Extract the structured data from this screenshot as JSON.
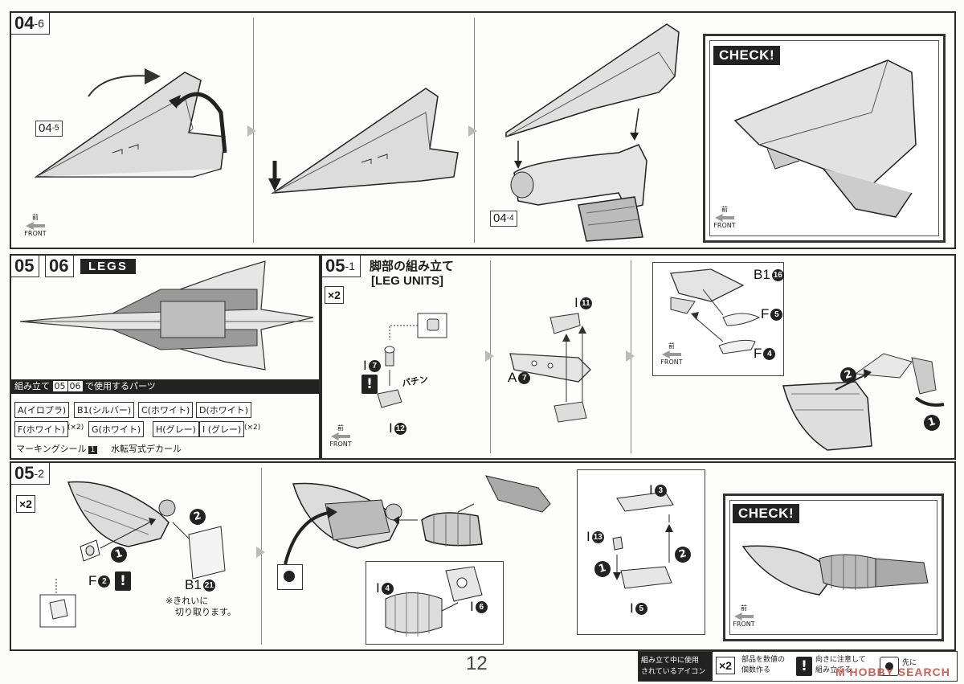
{
  "page_number": "12",
  "step_04_6": {
    "label": "04",
    "sub": "6",
    "callout_04_5": {
      "main": "04",
      "sub": "5"
    },
    "callout_04_4": {
      "main": "04",
      "sub": "4"
    },
    "check": "CHECK!"
  },
  "front_icon": {
    "kanji": "前",
    "text": "FRONT"
  },
  "legs_panel": {
    "step_a": "05",
    "step_b": "06",
    "title": "LEGS",
    "parts_heading_prefix": "組み立て",
    "parts_heading_a": "05",
    "parts_heading_b": "06",
    "parts_heading_suffix": "で使用するパーツ",
    "parts": [
      "A(イロプラ)",
      "B1(シルバー)",
      "C(ホワイト)",
      "D(ホワイト)",
      "F(ホワイト)",
      "(×2)",
      "G(ホワイト)",
      "H(グレー)",
      "I (グレー)",
      "(×2)"
    ],
    "marking_label": "マーキングシール",
    "marking_num": "1",
    "decal_label": "水転写式デカール"
  },
  "step_05_1": {
    "label": "05",
    "sub": "1",
    "title_jp": "脚部の組み立て",
    "title_en": "[LEG UNITS]",
    "x2": "×2",
    "part_i7": {
      "letter": "I",
      "num": "7"
    },
    "part_i12": {
      "letter": "I",
      "num": "12"
    },
    "pachin": "パチン",
    "part_i11": {
      "letter": "I",
      "num": "11"
    },
    "part_a7": {
      "letter": "A",
      "num": "7"
    },
    "part_b1_16": {
      "letter": "B1",
      "num": "16"
    },
    "part_f5": {
      "letter": "F",
      "num": "5"
    },
    "part_f4": {
      "letter": "F",
      "num": "4"
    },
    "arrow1": "1",
    "arrow2": "2",
    "warn": "!"
  },
  "step_05_2": {
    "label": "05",
    "sub": "2",
    "x2": "×2",
    "part_f2": {
      "letter": "F",
      "num": "2"
    },
    "part_b1_21": {
      "letter": "B1",
      "num": "21"
    },
    "note1": "※きれいに",
    "note2": "切り取ります。",
    "part_i4": {
      "letter": "I",
      "num": "4"
    },
    "part_i6": {
      "letter": "I",
      "num": "6"
    },
    "part_i3": {
      "letter": "I",
      "num": "3"
    },
    "part_i13": {
      "letter": "I",
      "num": "13"
    },
    "part_i5": {
      "letter": "I",
      "num": "5"
    },
    "arrow1": "1",
    "arrow2": "2",
    "warn": "!",
    "check": "CHECK!"
  },
  "legend": {
    "title1": "組み立て中に使用",
    "title2": "されているアイコン",
    "x2": "×2",
    "x2_desc1": "部品を数値の",
    "x2_desc2": "個数作る",
    "warn": "!",
    "warn_desc1": "向きに注意して",
    "warn_desc2": "組み立てる",
    "first_desc": "先に"
  },
  "watermark": "M HOBBY SEARCH"
}
